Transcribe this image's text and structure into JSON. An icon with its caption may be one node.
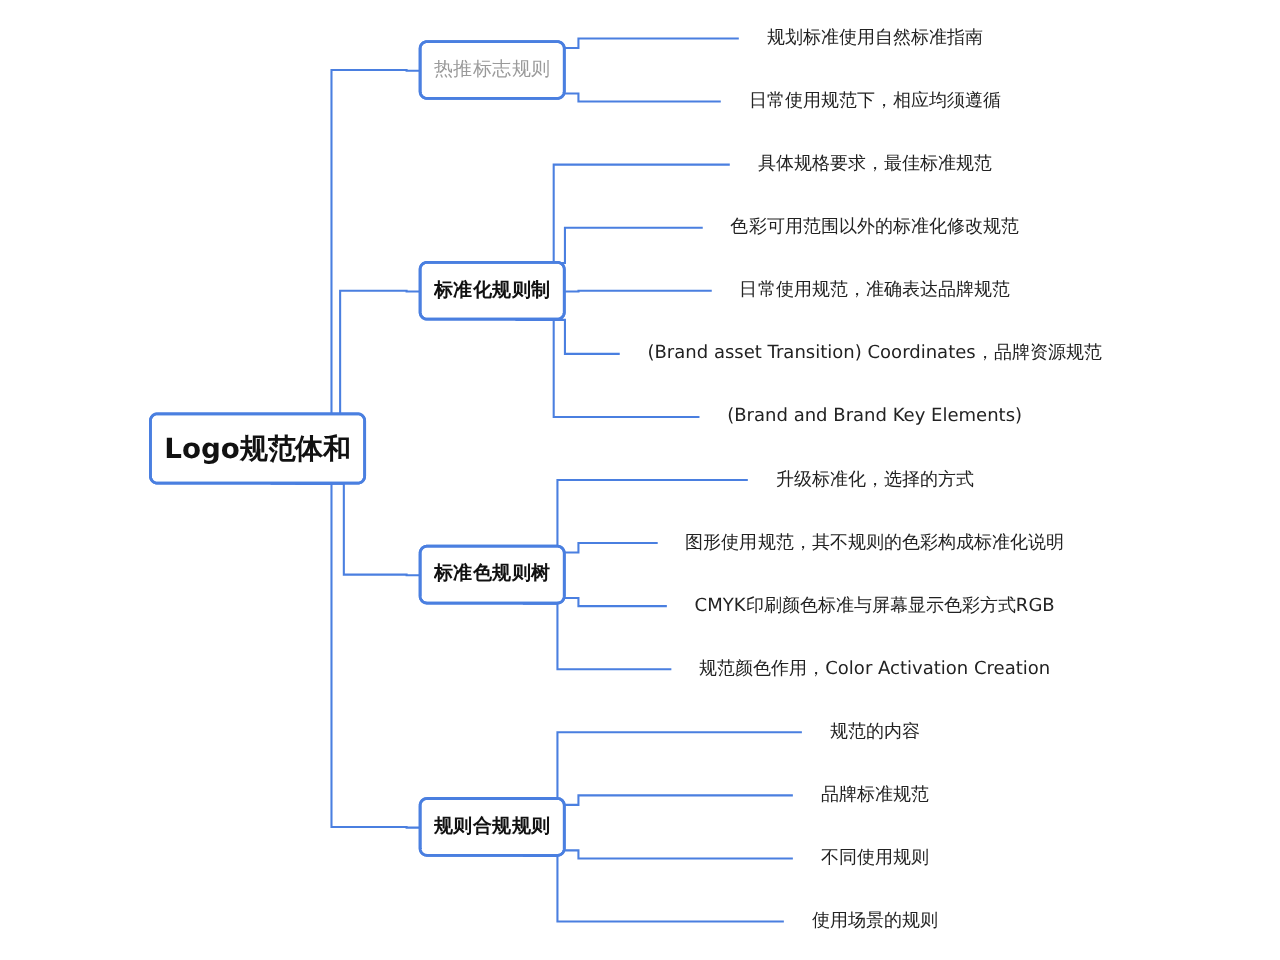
{
  "diagram": {
    "nodes": [
      {
        "text": [
          "Logo规范体和"
        ]
      },
      {
        "text": [
          "热推标志规则"
        ]
      },
      {
        "text": [
          "规划标准使用自然标准指南"
        ]
      },
      {
        "text": [
          "日常使用规范下，相应均须遵循"
        ]
      },
      {
        "text": [
          "标准化规则制"
        ]
      },
      {
        "text": [
          "具体规格要求，最佳标准规范"
        ]
      },
      {
        "text": [
          "色彩可用范围以外的标准化修改规范"
        ]
      },
      {
        "text": [
          "日常使用规范，准确表达品牌规范"
        ]
      },
      {
        "text": [
          "(Brand asset Transition) Coordinates，品牌资源规范"
        ]
      },
      {
        "text": [
          "(Brand and Brand Key Elements)"
        ]
      },
      {
        "text": [
          "标准色规则树"
        ]
      },
      {
        "text": [
          "升级标准化，选择的方式"
        ]
      },
      {
        "text": [
          "图形使用规范，其不规则的色彩构成标准化说明"
        ]
      },
      {
        "text": [
          "CMYK印刷颜色标准与屏幕显示色彩方式RGB"
        ]
      },
      {
        "text": [
          "规范颜色作用，Color Activation Creation"
        ]
      },
      {
        "text": [
          "规则合规规则"
        ]
      },
      {
        "text": [
          "规范的内容"
        ]
      },
      {
        "text": [
          "品牌标准规范"
        ]
      },
      {
        "text": [
          "不同使用规则"
        ]
      },
      {
        "text": [
          "使用场景的规则"
        ]
      }
    ],
    "edges": [
      {
        "from": 0,
        "to": 1,
        "arrow": "none"
      },
      {
        "from": 0,
        "to": 4,
        "arrow": "none"
      },
      {
        "from": 0,
        "to": 10,
        "arrow": "none"
      },
      {
        "from": 0,
        "to": 15,
        "arrow": "none"
      },
      {
        "from": 1,
        "to": 2,
        "arrow": "none"
      },
      {
        "from": 1,
        "to": 3,
        "arrow": "none"
      },
      {
        "from": 4,
        "to": 5,
        "arrow": "none"
      },
      {
        "from": 4,
        "to": 6,
        "arrow": "none"
      },
      {
        "from": 4,
        "to": 7,
        "arrow": "none"
      },
      {
        "from": 4,
        "to": 8,
        "arrow": "none"
      },
      {
        "from": 4,
        "to": 9,
        "arrow": "none"
      },
      {
        "from": 10,
        "to": 11,
        "arrow": "none"
      },
      {
        "from": 10,
        "to": 12,
        "arrow": "none"
      },
      {
        "from": 10,
        "to": 13,
        "arrow": "none"
      },
      {
        "from": 10,
        "to": 14,
        "arrow": "none"
      },
      {
        "from": 15,
        "to": 16,
        "arrow": "none"
      },
      {
        "from": 15,
        "to": 17,
        "arrow": "none"
      },
      {
        "from": 15,
        "to": 18,
        "arrow": "none"
      },
      {
        "from": 15,
        "to": 19,
        "arrow": "none"
      }
    ]
  }
}
